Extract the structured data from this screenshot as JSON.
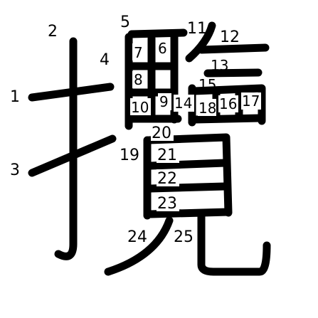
{
  "character": "攬",
  "stroke_color": "#000000",
  "background": "#ffffff",
  "stroke_numbers": [
    "1",
    "2",
    "3",
    "4",
    "5",
    "6",
    "7",
    "8",
    "9",
    "10",
    "11",
    "12",
    "13",
    "14",
    "15",
    "16",
    "17",
    "18",
    "19",
    "20",
    "21",
    "22",
    "23",
    "24",
    "25"
  ]
}
